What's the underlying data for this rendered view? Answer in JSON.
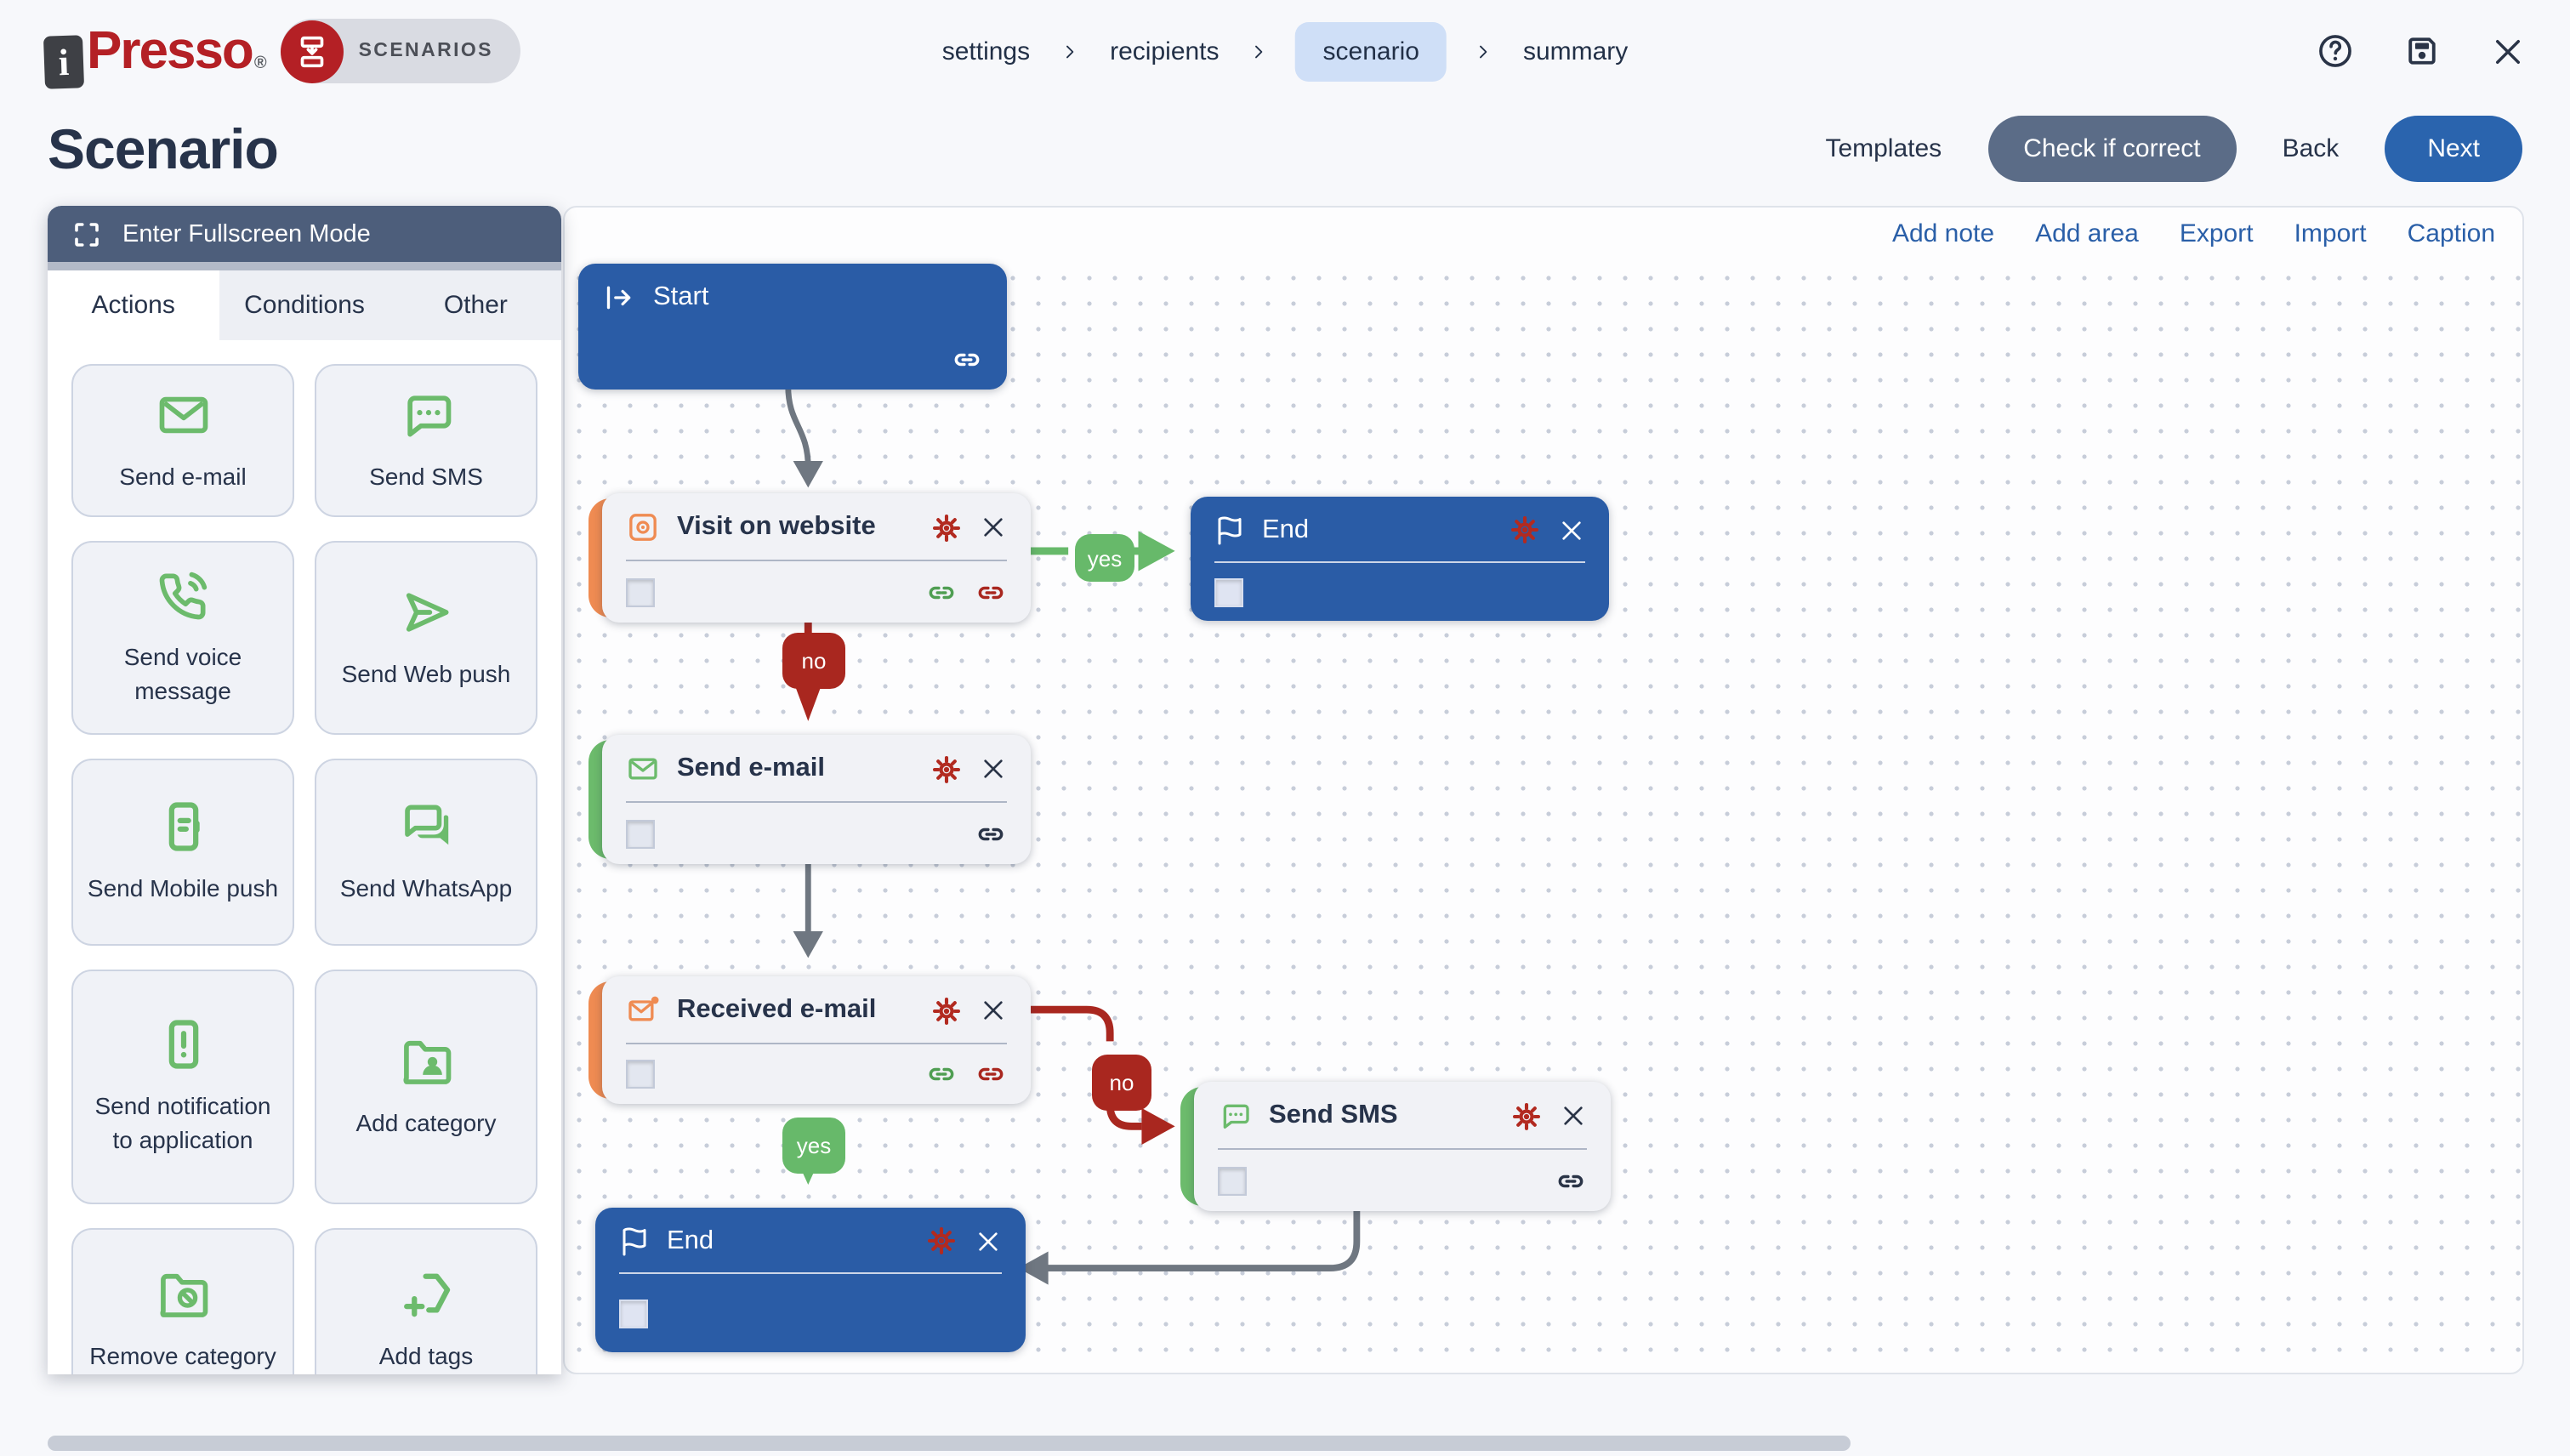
{
  "header": {
    "logo": {
      "i_mark": "i",
      "brand": "Presso",
      "registered": "®"
    },
    "badge_label": "SCENARIOS",
    "breadcrumb": [
      {
        "label": "settings",
        "active": false
      },
      {
        "label": "recipients",
        "active": false
      },
      {
        "label": "scenario",
        "active": true
      },
      {
        "label": "summary",
        "active": false
      }
    ]
  },
  "toolbar": {
    "title": "Scenario",
    "templates_label": "Templates",
    "check_label": "Check if correct",
    "back_label": "Back",
    "next_label": "Next"
  },
  "sidebar": {
    "fullscreen_label": "Enter Fullscreen Mode",
    "tabs": [
      {
        "label": "Actions",
        "active": true
      },
      {
        "label": "Conditions",
        "active": false
      },
      {
        "label": "Other",
        "active": false
      }
    ],
    "tiles": [
      {
        "label": "Send e-mail",
        "icon": "mail-icon"
      },
      {
        "label": "Send SMS",
        "icon": "sms-bubble-icon"
      },
      {
        "label": "Send voice message",
        "icon": "phone-call-icon"
      },
      {
        "label": "Send Web push",
        "icon": "paper-plane-icon"
      },
      {
        "label": "Send Mobile push",
        "icon": "mobile-phone-icon"
      },
      {
        "label": "Send WhatsApp",
        "icon": "whatsapp-bubbles-icon"
      },
      {
        "label": "Send notification to application",
        "icon": "phone-alert-icon"
      },
      {
        "label": "Add category",
        "icon": "folder-user-icon"
      },
      {
        "label": "Remove category",
        "icon": "folder-block-icon"
      },
      {
        "label": "Add tags",
        "icon": "tag-plus-icon"
      }
    ]
  },
  "canvas": {
    "links": [
      "Add note",
      "Add area",
      "Export",
      "Import",
      "Caption"
    ],
    "nodes": {
      "start": {
        "title": "Start",
        "type": "start"
      },
      "visit": {
        "title": "Visit on website",
        "type": "condition"
      },
      "end_top": {
        "title": "End",
        "type": "end"
      },
      "send_email": {
        "title": "Send e-mail",
        "type": "action"
      },
      "received_email": {
        "title": "Received e-mail",
        "type": "condition"
      },
      "send_sms": {
        "title": "Send SMS",
        "type": "action"
      },
      "end_bottom": {
        "title": "End",
        "type": "end"
      }
    },
    "branch_labels": {
      "visit_yes": "yes",
      "visit_no": "no",
      "received_no": "no",
      "received_yes": "yes"
    }
  },
  "colors": {
    "brand_red": "#b42025",
    "accent_green": "#6cbb6c",
    "accent_orange": "#ef8b52",
    "node_blue": "#2a5ca6",
    "primary_blue": "#2a64ae",
    "slate_button": "#5b6c87",
    "danger_red": "#a9271f",
    "ink": "#27334a",
    "link_blue": "#2a5fa8"
  }
}
